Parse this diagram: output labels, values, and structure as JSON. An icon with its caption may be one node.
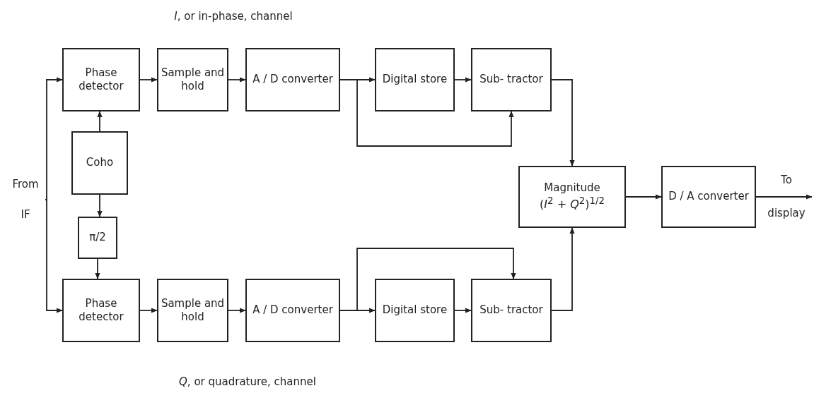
{
  "diagram": {
    "nodes": [
      {
        "text": [
          "From",
          "IF"
        ]
      },
      {
        "text": [
          "Phase detector"
        ]
      },
      {
        "text": [
          "Sample and hold"
        ]
      },
      {
        "text": [
          "A / D converter"
        ]
      },
      {
        "text": [
          "Digital store"
        ]
      },
      {
        "text": [
          "Sub- tractor"
        ]
      },
      {
        "text": [
          "Coho"
        ]
      },
      {
        "text": [
          "π/2"
        ]
      },
      {
        "text": [
          "Phase detector"
        ]
      },
      {
        "text": [
          "Sample and hold"
        ]
      },
      {
        "text": [
          "A / D converter"
        ]
      },
      {
        "text": [
          "Digital store"
        ]
      },
      {
        "text": [
          "Sub- tractor"
        ]
      },
      {
        "text": [
          "Magnitude",
          "(*I*$^{2}$ + *Q*$^{2}$)$^{1/2}$"
        ]
      },
      {
        "text": [
          "D / A converter"
        ]
      },
      {
        "text": [
          "To",
          "display"
        ]
      }
    ],
    "edges": [
      {
        "from": 0,
        "to": 1,
        "arrow": "to"
      },
      {
        "from": 0,
        "to": 8,
        "arrow": "to"
      },
      {
        "from": 1,
        "to": 2,
        "arrow": "to"
      },
      {
        "from": 2,
        "to": 3,
        "arrow": "to"
      },
      {
        "from": 3,
        "to": 4,
        "arrow": "to"
      },
      {
        "from": 4,
        "to": 5,
        "arrow": "to"
      },
      {
        "from": 3,
        "to": 5,
        "arrow": "to"
      },
      {
        "from": 6,
        "to": 1,
        "arrow": "to"
      },
      {
        "from": 6,
        "to": 7,
        "arrow": "to"
      },
      {
        "from": 7,
        "to": 8,
        "arrow": "to"
      },
      {
        "from": 8,
        "to": 9,
        "arrow": "to"
      },
      {
        "from": 9,
        "to": 10,
        "arrow": "to"
      },
      {
        "from": 10,
        "to": 11,
        "arrow": "to"
      },
      {
        "from": 11,
        "to": 12,
        "arrow": "to"
      },
      {
        "from": 10,
        "to": 12,
        "arrow": "to"
      },
      {
        "from": 5,
        "to": 13,
        "arrow": "to"
      },
      {
        "from": 12,
        "to": 13,
        "arrow": "to"
      },
      {
        "from": 13,
        "to": 14,
        "arrow": "to"
      },
      {
        "from": 14,
        "to": 15,
        "arrow": "to"
      }
    ],
    "labels": [
      "*I*, or in-phase, channel",
      "*Q*, or quadrature, channel"
    ]
  }
}
